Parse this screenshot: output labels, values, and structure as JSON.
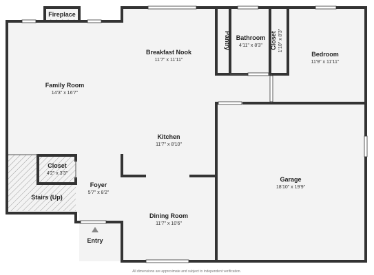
{
  "colors": {
    "wall": "#333333",
    "floor": "#f3f3f3",
    "hatch": "#9a9a9a",
    "window": "#ffffff"
  },
  "rooms": {
    "fireplace": {
      "name": "Fireplace"
    },
    "family_room": {
      "name": "Family Room",
      "dim": "14'3\" x 16'7\""
    },
    "breakfast_nook": {
      "name": "Breakfast Nook",
      "dim": "11'7\" x 11'11\""
    },
    "pantry": {
      "name": "Pantry"
    },
    "bathroom": {
      "name": "Bathroom",
      "dim": "4'11\" x 8'3\""
    },
    "closet_upper": {
      "name": "Closet",
      "dim": "1'10\" x 8'3\""
    },
    "bedroom": {
      "name": "Bedroom",
      "dim": "11'9\" x 11'11\""
    },
    "kitchen": {
      "name": "Kitchen",
      "dim": "11'7\" x 8'10\""
    },
    "garage": {
      "name": "Garage",
      "dim": "18'10\" x 19'9\""
    },
    "closet_lower": {
      "name": "Closet",
      "dim": "4'2\" x 3'3\""
    },
    "foyer": {
      "name": "Foyer",
      "dim": "5'7\" x 8'2\""
    },
    "stairs": {
      "name": "Stairs (Up)"
    },
    "dining_room": {
      "name": "Dining Room",
      "dim": "11'7\" x 10'6\""
    }
  },
  "entry": {
    "label": "Entry"
  },
  "disclaimer": "All dimensions are approximate and subject to independent verification."
}
